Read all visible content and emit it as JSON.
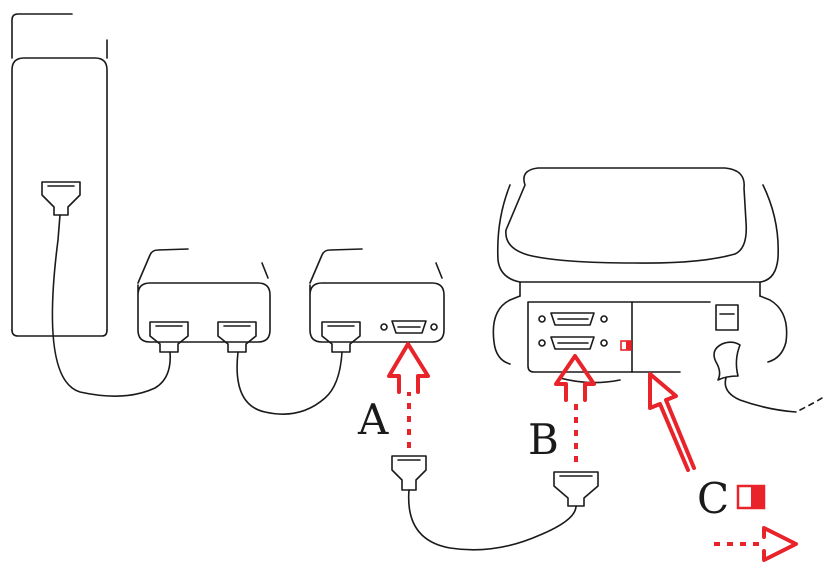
{
  "labels": {
    "a": "A",
    "b": "B",
    "c": "C"
  },
  "colors": {
    "accent": "#e8232a",
    "ink": "#1a1a1a",
    "background": "#ffffff"
  }
}
